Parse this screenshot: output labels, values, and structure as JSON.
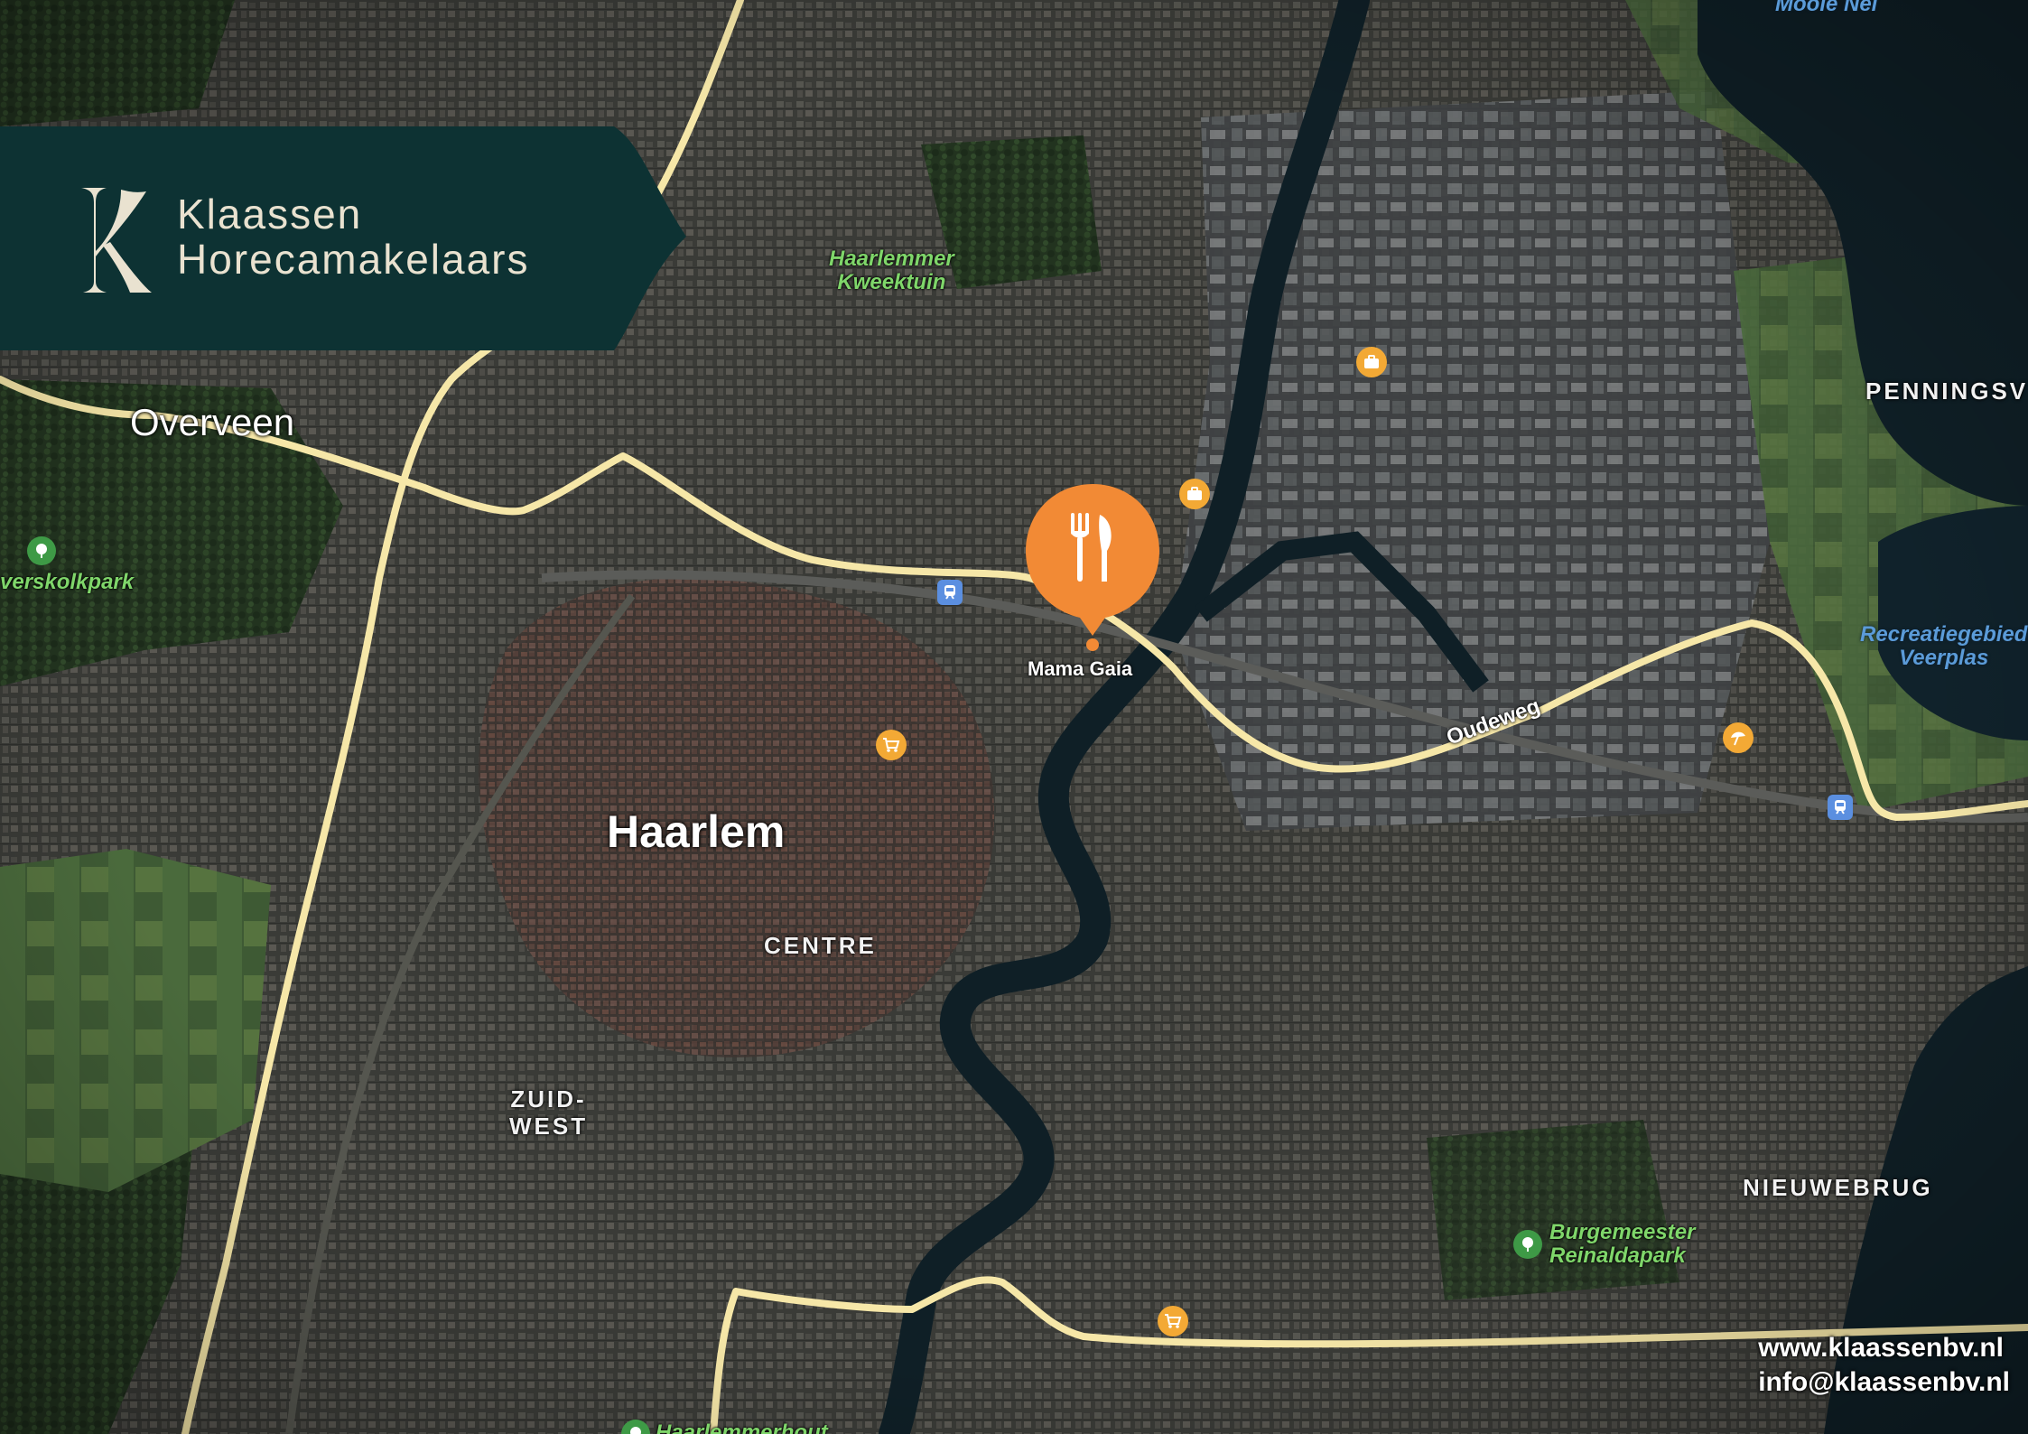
{
  "brand": {
    "name_line1": "Klaassen",
    "name_line2": "Horecamakelaars",
    "logo_letter": "K",
    "colors": {
      "banner": "#0d3233",
      "logo_text": "#e9e2d0"
    }
  },
  "marker": {
    "label": "Mama Gaia",
    "icon": "fork-knife-icon",
    "color": "#f28a35"
  },
  "labels": {
    "mooie_nel": "Mooie Nel",
    "haarlemmer_kweektuin_line1": "Haarlemmer",
    "haarlemmer_kweektuin_line2": "Kweektuin",
    "overveen": "Overveen",
    "penningsv": "PENNINGSV",
    "verskolkpark": "verskolkpark",
    "recreatie_line1": "Recreatiegebied",
    "recreatie_line2": "Veerplas",
    "oudeweg": "Oudeweg",
    "haarlem": "Haarlem",
    "centre": "CENTRE",
    "zuid_west_line1": "ZUID-",
    "zuid_west_line2": "WEST",
    "nieuwebrug": "NIEUWEBRUG",
    "burgemeester_line1": "Burgemeester",
    "burgemeester_line2": "Reinaldapark",
    "haarlemmerhout": "Haarlemmerhout"
  },
  "contact": {
    "website": "www.klaassenbv.nl",
    "email": "info@klaassenbv.nl"
  },
  "map_colors": {
    "road": "#f6e7a8",
    "water": "#0f1f26",
    "park": "#2f4a2a",
    "urban": "#3a3b37"
  }
}
